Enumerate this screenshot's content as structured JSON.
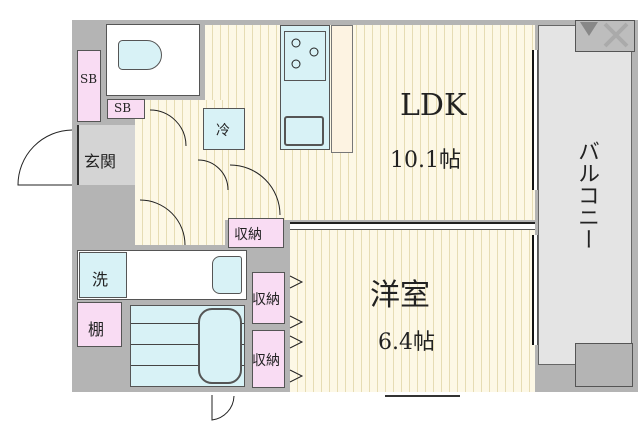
{
  "floorplan": {
    "rooms": {
      "ldk": {
        "name": "LDK",
        "size": "10.1帖"
      },
      "western": {
        "name": "洋室",
        "size": "6.4帖"
      },
      "balcony": {
        "name": "バルコニー"
      },
      "entrance": {
        "name": "玄関"
      }
    },
    "storage": {
      "sb1": "SB",
      "sb2": "SB",
      "closet1": "収納",
      "closet2": "収納",
      "closet3": "収納",
      "shelf": "棚"
    },
    "fixtures": {
      "fridge": "冷",
      "washer": "洗"
    }
  }
}
